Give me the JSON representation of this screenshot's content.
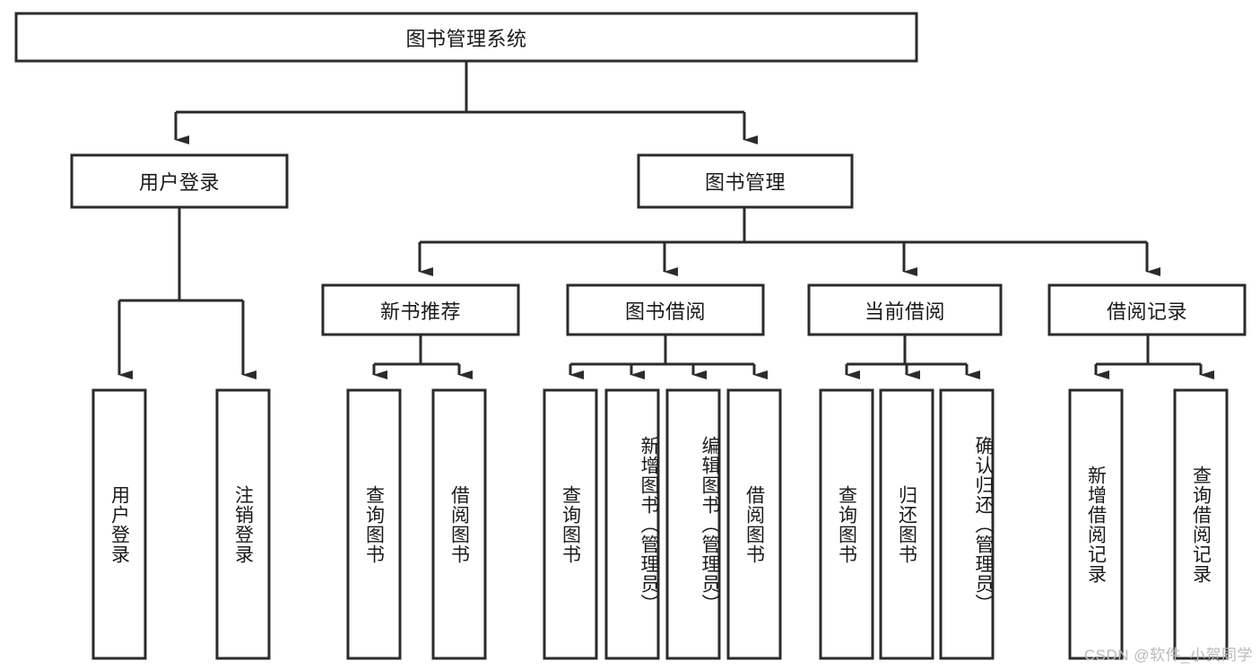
{
  "diagram": {
    "type": "tree",
    "title": "图书管理系统",
    "root": {
      "id": "root",
      "label": "图书管理系统",
      "orientation": "horizontal"
    },
    "level1": [
      {
        "id": "user-login",
        "label": "用户登录",
        "orientation": "horizontal"
      },
      {
        "id": "book-manage",
        "label": "图书管理",
        "orientation": "horizontal"
      }
    ],
    "level2": [
      {
        "id": "new-book-recommend",
        "label": "新书推荐",
        "parent": "book-manage",
        "orientation": "horizontal"
      },
      {
        "id": "book-borrow",
        "label": "图书借阅",
        "parent": "book-manage",
        "orientation": "horizontal"
      },
      {
        "id": "current-borrow",
        "label": "当前借阅",
        "parent": "book-manage",
        "orientation": "horizontal"
      },
      {
        "id": "borrow-record",
        "label": "借阅记录",
        "parent": "book-manage",
        "orientation": "horizontal"
      }
    ],
    "leaves": [
      {
        "id": "leaf-user-login",
        "label": "用户登录",
        "parent": "user-login",
        "orientation": "vertical"
      },
      {
        "id": "leaf-logout-login",
        "label": "注销登录",
        "parent": "user-login",
        "orientation": "vertical"
      },
      {
        "id": "leaf-query-book-1",
        "label": "查询图书",
        "parent": "new-book-recommend",
        "orientation": "vertical"
      },
      {
        "id": "leaf-borrow-book-1",
        "label": "借阅图书",
        "parent": "new-book-recommend",
        "orientation": "vertical"
      },
      {
        "id": "leaf-query-book-2",
        "label": "查询图书",
        "parent": "book-borrow",
        "orientation": "vertical"
      },
      {
        "id": "leaf-add-book",
        "label": "新增图书（管理员）",
        "parent": "book-borrow",
        "orientation": "vertical"
      },
      {
        "id": "leaf-edit-book",
        "label": "编辑图书（管理员）",
        "parent": "book-borrow",
        "orientation": "vertical"
      },
      {
        "id": "leaf-borrow-book-2",
        "label": "借阅图书",
        "parent": "book-borrow",
        "orientation": "vertical"
      },
      {
        "id": "leaf-query-book-3",
        "label": "查询图书",
        "parent": "current-borrow",
        "orientation": "vertical"
      },
      {
        "id": "leaf-return-book",
        "label": "归还图书",
        "parent": "current-borrow",
        "orientation": "vertical"
      },
      {
        "id": "leaf-confirm-return",
        "label": "确认归还（管理员）",
        "parent": "current-borrow",
        "orientation": "vertical"
      },
      {
        "id": "leaf-add-record",
        "label": "新增借阅记录",
        "parent": "borrow-record",
        "orientation": "vertical"
      },
      {
        "id": "leaf-query-record",
        "label": "查询借阅记录",
        "parent": "borrow-record",
        "orientation": "vertical"
      }
    ]
  },
  "watermark": {
    "text": "CSDN @软件_小贺同学"
  },
  "colors": {
    "stroke": "#2b2b2b",
    "box_fill": "#ffffff",
    "text": "#1a1a1a",
    "watermark": "#b9b9b9",
    "background": "#ffffff"
  }
}
